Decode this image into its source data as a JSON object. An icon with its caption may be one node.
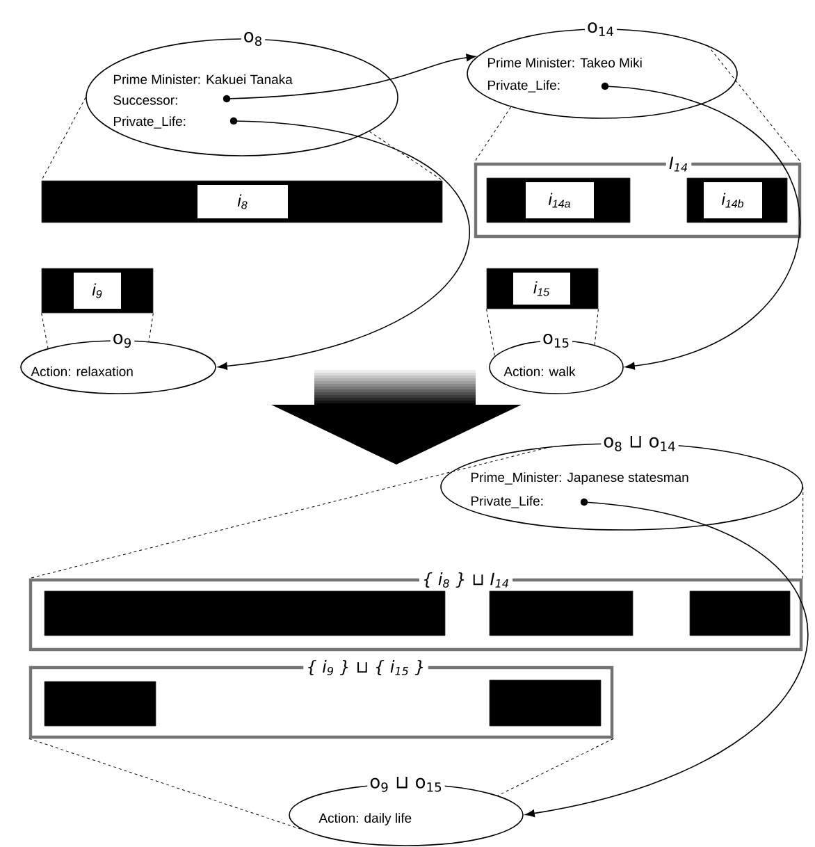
{
  "diagram": {
    "nodes": [
      {
        "text": [
          "o$_{8}$",
          "Prime Minister: Kakuei Tanaka",
          "Successor:",
          "Private_Life:"
        ]
      },
      {
        "text": [
          "o$_{14}$",
          "Prime Minister: Takeo Miki",
          "Private_Life:"
        ]
      },
      {
        "text": [
          "i$_{8}$"
        ]
      },
      {
        "text": [
          "I$_{14}$"
        ]
      },
      {
        "text": [
          "i$_{14a}$"
        ],
        "in": 3
      },
      {
        "text": [
          "i$_{14b}$"
        ],
        "in": 3
      },
      {
        "text": [
          "i$_{9}$"
        ]
      },
      {
        "text": [
          "i$_{15}$"
        ]
      },
      {
        "text": [
          "o$_{9}$",
          "Action: relaxation"
        ]
      },
      {
        "text": [
          "o$_{15}$",
          "Action: walk"
        ]
      },
      {
        "text": [
          "o$_{8}$ ⊔ o$_{14}$",
          "Prime_Minister: Japanese statesman",
          "Private_Life:"
        ]
      },
      {
        "text": [
          "{ *i*$_{8}$ } ⊔ *I*$_{14}$"
        ]
      },
      {
        "text": [],
        "shape": "bar",
        "in": 11
      },
      {
        "text": [],
        "shape": "bar",
        "in": 11
      },
      {
        "text": [],
        "shape": "bar",
        "in": 11
      },
      {
        "text": [
          "{ *i*$_{9}$ } ⊔ { *i*$_{15}$ }"
        ]
      },
      {
        "text": [],
        "shape": "bar",
        "in": 15
      },
      {
        "text": [],
        "shape": "bar",
        "in": 15
      },
      {
        "text": [
          "o$_{9}$ ⊔ o$_{15}$",
          "Action: daily life"
        ]
      }
    ],
    "edges": [
      {
        "from": 0,
        "to": 1,
        "arrow": "to"
      },
      {
        "from": 0,
        "to": 8,
        "arrow": "to"
      },
      {
        "from": 1,
        "to": 9,
        "arrow": "to"
      },
      {
        "from": 10,
        "to": 18,
        "arrow": "to"
      },
      {
        "from": 0,
        "to": 2,
        "arrow": "none",
        "style": "dashed"
      },
      {
        "from": 0,
        "to": 2,
        "arrow": "none",
        "style": "dashed"
      },
      {
        "from": 1,
        "to": 3,
        "arrow": "none",
        "style": "dashed"
      },
      {
        "from": 1,
        "to": 3,
        "arrow": "none",
        "style": "dashed"
      },
      {
        "from": 6,
        "to": 8,
        "arrow": "none",
        "style": "dashed"
      },
      {
        "from": 6,
        "to": 8,
        "arrow": "none",
        "style": "dashed"
      },
      {
        "from": 7,
        "to": 9,
        "arrow": "none",
        "style": "dashed"
      },
      {
        "from": 7,
        "to": 9,
        "arrow": "none",
        "style": "dashed"
      },
      {
        "from": 10,
        "to": 11,
        "arrow": "none",
        "style": "dashed"
      },
      {
        "from": 10,
        "to": 11,
        "arrow": "none",
        "style": "dashed"
      },
      {
        "from": 15,
        "to": 18,
        "arrow": "none",
        "style": "dashed"
      },
      {
        "from": 15,
        "to": 18,
        "arrow": "none",
        "style": "dashed"
      }
    ]
  }
}
